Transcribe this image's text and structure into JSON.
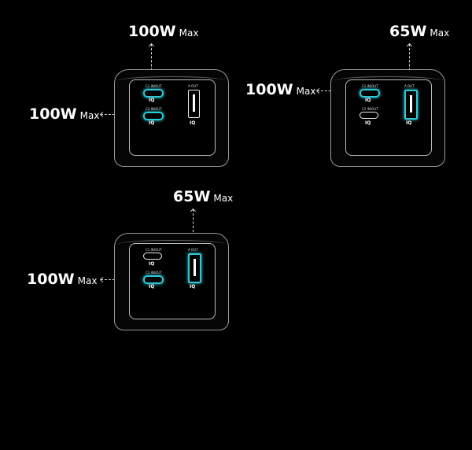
{
  "ports": {
    "c1": "C1 IN/OUT",
    "c2": "C2 IN/OUT",
    "a": "A OUT",
    "iq": "IQ"
  },
  "accent": "#2ec9d6",
  "configs": [
    {
      "top": {
        "watt": "100W",
        "max": "Max"
      },
      "side": {
        "watt": "100W",
        "max": "Max"
      },
      "highlight": [
        "c1",
        "c2"
      ]
    },
    {
      "top": {
        "watt": "65W",
        "max": "Max"
      },
      "side": {
        "watt": "100W",
        "max": "Max"
      },
      "highlight": [
        "c1",
        "a"
      ]
    },
    {
      "top": {
        "watt": "65W",
        "max": "Max"
      },
      "side": {
        "watt": "100W",
        "max": "Max"
      },
      "highlight": [
        "c2",
        "a"
      ]
    }
  ]
}
